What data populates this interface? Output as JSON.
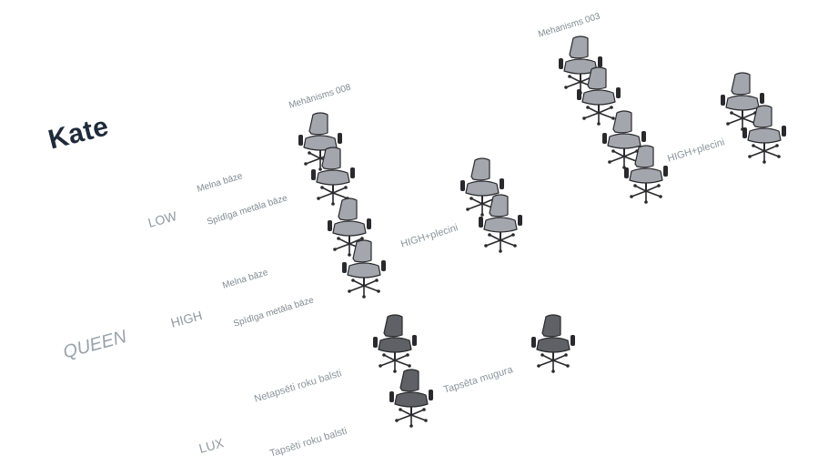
{
  "brand": "Kate",
  "groups": {
    "queen": "QUEEN",
    "low": "LOW",
    "high": "HIGH",
    "lux": "LUX"
  },
  "mechanisms": {
    "m008": "Mehānisms 008",
    "m003": "Mehanisms 003"
  },
  "bases": {
    "low_black": "Melna bāze",
    "low_shiny": "Spīdīga metāla bāze",
    "high_black": "Melna bāze",
    "high_shiny": "Spīdīga metāla bāze"
  },
  "options": {
    "high_shoulders_mid": "HIGH+plecini",
    "high_shoulders_right": "HIGH+plecini",
    "armrests_unupholstered": "Netapsēti roku balsti",
    "armrests_upholstered": "Tapsēti roku balsti",
    "back_upholstered": "Tapsēta mugura"
  },
  "colors": {
    "brand": "#1f2b3a",
    "label": "#8a949c",
    "chair_light": "#a3a6ad",
    "chair_dark": "#5f6166",
    "frame": "#2a2a2e"
  }
}
